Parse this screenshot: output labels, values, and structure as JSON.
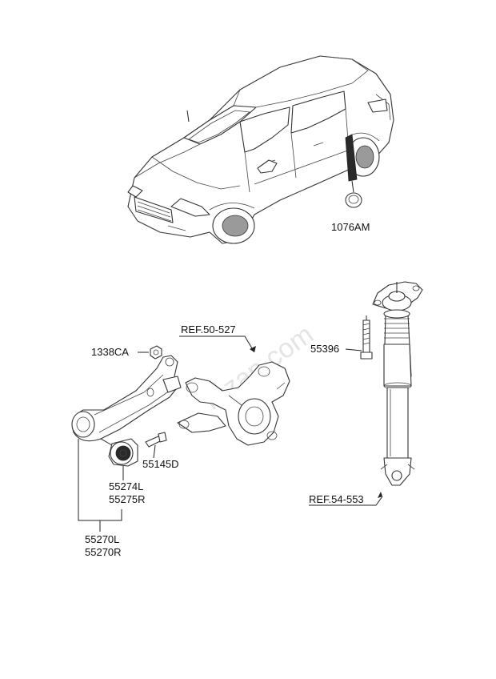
{
  "watermark": "mzap.com",
  "labels": {
    "part_1076AM": "1076AM",
    "ref_50_527": "REF.50-527",
    "part_1338CA": "1338CA",
    "part_55396": "55396",
    "part_55145D": "55145D",
    "part_55274L": "55274L",
    "part_55275R": "55275R",
    "part_55270L": "55270L",
    "part_55270R": "55270R",
    "ref_54_553": "REF.54-553"
  }
}
